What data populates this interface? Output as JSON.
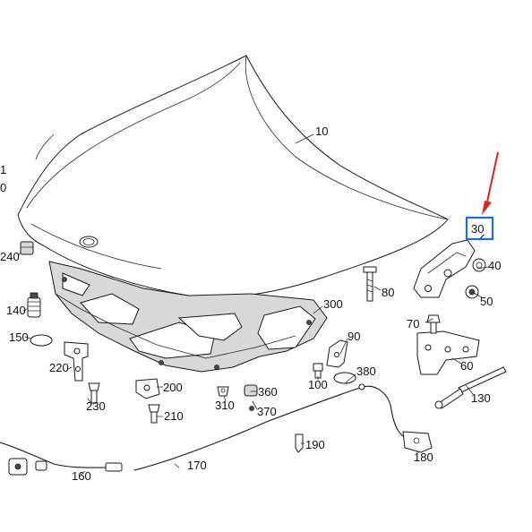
{
  "diagram": {
    "callouts": [
      {
        "key": "p10",
        "label": "10"
      },
      {
        "key": "p30",
        "label": "30"
      },
      {
        "key": "p40",
        "label": "40"
      },
      {
        "key": "p50",
        "label": "50"
      },
      {
        "key": "p60",
        "label": "60"
      },
      {
        "key": "p70",
        "label": "70"
      },
      {
        "key": "p80",
        "label": "80"
      },
      {
        "key": "p90",
        "label": "90"
      },
      {
        "key": "p100",
        "label": "100"
      },
      {
        "key": "p130",
        "label": "130"
      },
      {
        "key": "p140",
        "label": "140"
      },
      {
        "key": "p150",
        "label": "150"
      },
      {
        "key": "p160",
        "label": "160"
      },
      {
        "key": "p170",
        "label": "170"
      },
      {
        "key": "p180",
        "label": "180"
      },
      {
        "key": "p190",
        "label": "190"
      },
      {
        "key": "p200",
        "label": "200"
      },
      {
        "key": "p210",
        "label": "210"
      },
      {
        "key": "p220",
        "label": "220"
      },
      {
        "key": "p230",
        "label": "230"
      },
      {
        "key": "p240",
        "label": "240"
      },
      {
        "key": "p300",
        "label": "300"
      },
      {
        "key": "p310",
        "label": "310"
      },
      {
        "key": "p360",
        "label": "360"
      },
      {
        "key": "p370",
        "label": "370"
      },
      {
        "key": "p380",
        "label": "380"
      },
      {
        "key": "edge_a",
        "label": "1"
      },
      {
        "key": "edge_b",
        "label": "0"
      }
    ],
    "highlight": {
      "label": "30",
      "color": "#1a6fd6"
    },
    "pointer": {
      "color": "#e0251b"
    }
  }
}
